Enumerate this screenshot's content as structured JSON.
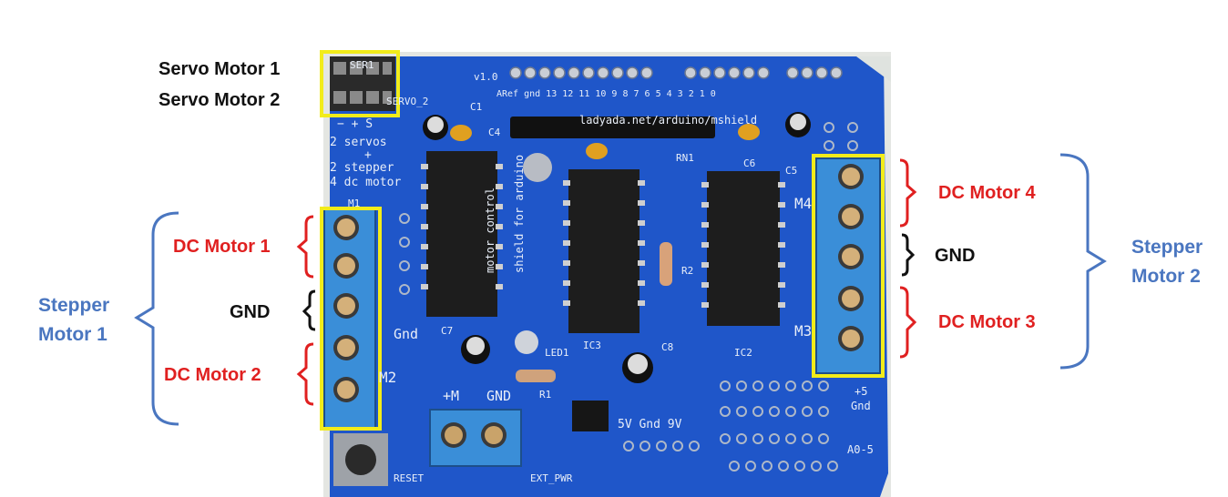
{
  "colors": {
    "board": "#1f56c9",
    "highlight": "#f2ec1a",
    "dc_label": "#e02020",
    "stepper_label": "#4a76c0",
    "terminal": "#3a8ed8"
  },
  "labels": {
    "servo1": "Servo Motor 1",
    "servo2": "Servo Motor 2",
    "dc1": "DC Motor 1",
    "dc2": "DC Motor 2",
    "dc3": "DC Motor 3",
    "dc4": "DC Motor 4",
    "gnd_left": "GND",
    "gnd_right": "GND",
    "stepper1_line1": "Stepper",
    "stepper1_line2": "Motor 1",
    "stepper2_line1": "Stepper",
    "stepper2_line2": "Motor 2"
  },
  "silkscreen": {
    "ser1": "SER1",
    "servo_2": "SERVO_2",
    "version": "v1.0",
    "aref": "ARef gnd 13 12 11 10  9  8   7  6  5  4  3  2  1  0",
    "servos_line1": "2 servos",
    "servos_line2": "+",
    "servos_line3": "2 stepper",
    "servos_line4": "4 dc motor",
    "pin_sym": "−  +  S",
    "m1": "M1",
    "m2": "M2",
    "m3": "M3",
    "m4": "M4",
    "gnd": "Gnd",
    "plus_m": "+M",
    "gnd2": "GND",
    "ext_pwr": "EXT_PWR",
    "reset": "RESET",
    "rail": "5V  Gnd  9V",
    "a05": "A0-5",
    "plus5": "+5",
    "gnd3": "Gnd",
    "c1": "C1",
    "c4": "C4",
    "c5": "C5",
    "c6": "C6",
    "c7": "C7",
    "c8": "C8",
    "rn1": "RN1",
    "ic2": "IC2",
    "ic3": "IC3",
    "r1": "R1",
    "r2": "R2",
    "led1": "LED1",
    "motor_control": "motor control",
    "shield_for": "shield for arduino",
    "website": "ladyada.net/arduino/mshield"
  }
}
